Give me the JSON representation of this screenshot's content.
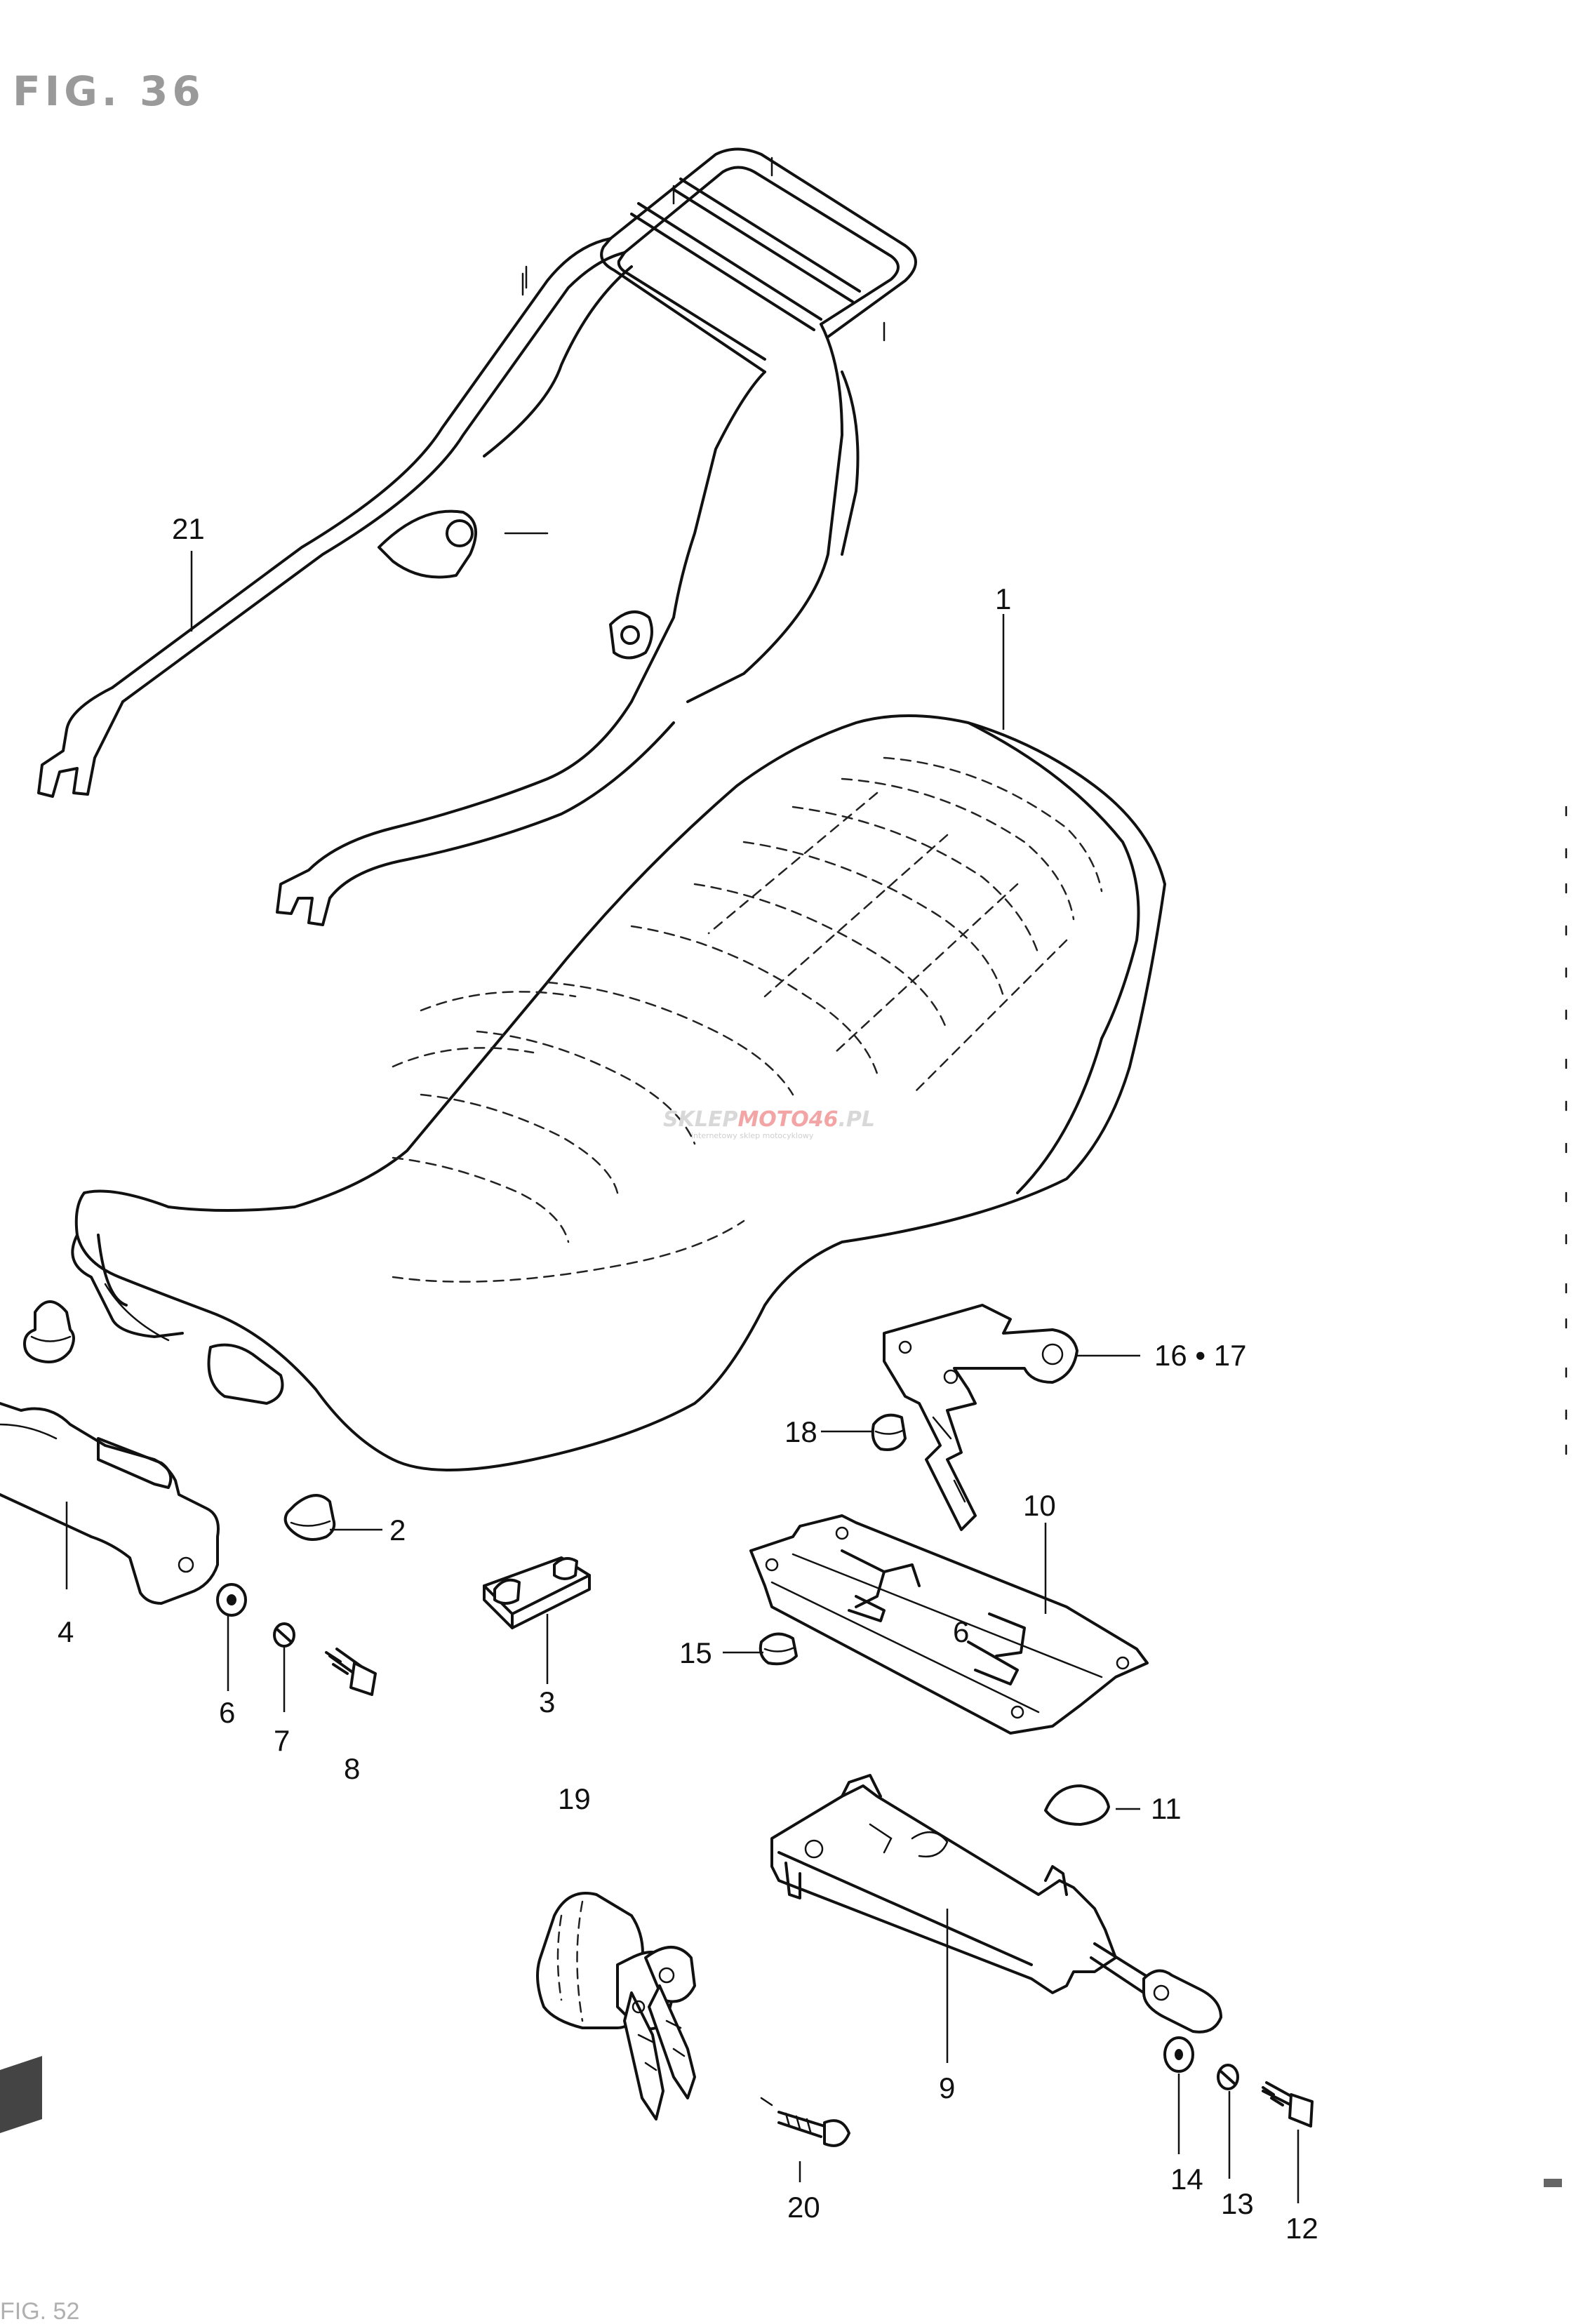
{
  "figure": {
    "title": "FIG. 36",
    "footer_text": "FIG. 52"
  },
  "watermark": {
    "brand_part1": "SKLEP",
    "brand_part2": "MOTO46",
    "brand_suffix": ".PL",
    "tagline": "internetowy sklep motocyklowy",
    "brand_color": "#e53935"
  },
  "callouts": {
    "c1": "1",
    "c2": "2",
    "c3": "3",
    "c4": "4",
    "c6": "6",
    "c7": "7",
    "c8": "8",
    "c9": "9",
    "c10": "10",
    "c11": "11",
    "c12": "12",
    "c13": "13",
    "c14": "14",
    "c15": "15",
    "c16_17": "16 • 17",
    "c18": "18",
    "c19": "19",
    "c20": "20",
    "c21": "21"
  },
  "plate_mark": "6"
}
